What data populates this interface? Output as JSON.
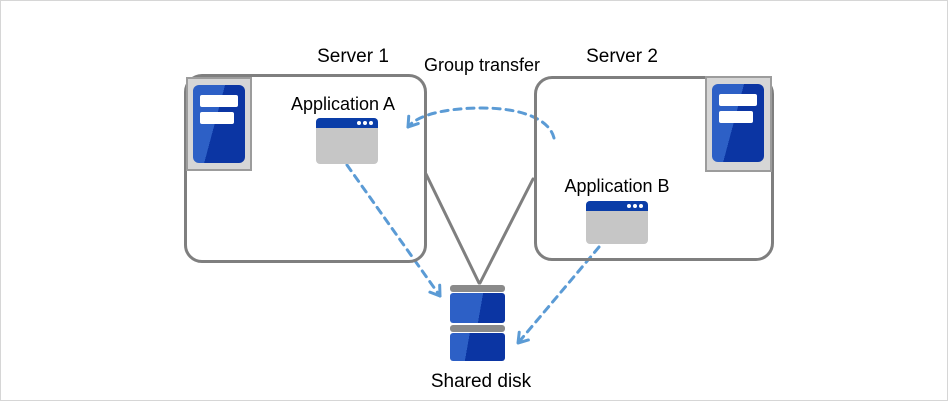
{
  "diagram": {
    "server1": {
      "label": "Server 1",
      "app": {
        "label": "Application A"
      }
    },
    "server2": {
      "label": "Server 2",
      "app": {
        "label": "Application B"
      }
    },
    "group_transfer": {
      "label": "Group transfer"
    },
    "shared_disk": {
      "label": "Shared disk"
    },
    "icons": {
      "server1_icon": "server-tower-icon",
      "server2_icon": "server-tower-icon",
      "app_a_icon": "app-window-icon",
      "app_b_icon": "app-window-icon",
      "shared_disk_icon": "disk-stack-icon",
      "group_transfer_arrow": "curved-dashed-arrow",
      "app_a_to_disk_arrow": "dashed-arrow",
      "app_b_to_disk_arrow": "dashed-arrow"
    },
    "colors": {
      "accent_blue": "#5b9bd5",
      "icon_blue_light": "#2d60c6",
      "icon_blue_dark": "#0b35a3",
      "line_gray": "#7f7f7f",
      "window_gray": "#c6c6c6"
    }
  }
}
